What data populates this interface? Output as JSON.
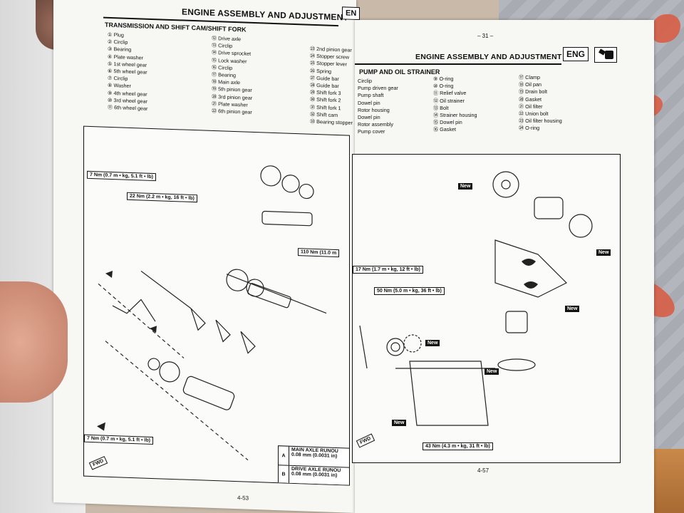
{
  "left_page": {
    "header": "ENGINE ASSEMBLY AND ADJUSTMENT",
    "header_icon_letter": "EN",
    "subtitle": "TRANSMISSION AND SHIFT CAM/SHIFT FORK",
    "col1": [
      "① Plug",
      "② Circlip",
      "③ Bearing",
      "④ Plate washer",
      "⑤ 1st wheel gear",
      "⑥ 5th wheel gear",
      "⑦ Circlip",
      "⑧ Washer",
      "⑨ 4th wheel gear",
      "⑩ 3rd wheel gear",
      "⑪ 6th wheel gear"
    ],
    "col2": [
      "⑫ Drive axle",
      "⑬ Circlip",
      "⑭ Drive sprocket",
      "⑮ Lock washer",
      "⑯ Circlip",
      "⑰ Bearing",
      "⑱ Main axle",
      "⑲ 5th pinion gear",
      "⑳ 3rd pinion gear",
      "㉑ Plate washer",
      "㉒ 6th pinion gear"
    ],
    "col3": [
      "㉓ 2nd pinion gear",
      "㉔ Stopper screw",
      "㉕ Stopper lever",
      "㉖ Spring",
      "㉗ Guide bar",
      "㉘ Guide bar",
      "㉙ Shift fork 3",
      "㉚ Shift fork 2",
      "㉛ Shift fork 1",
      "㉜ Shift cam",
      "㉝ Bearing stopper"
    ],
    "torques": {
      "t1": "7 Nm (0.7 m • kg, 5.1 ft • lb)",
      "t2": "22 Nm (2.2 m • kg, 16 ft • lb)",
      "t3": "110 Nm (11.0 m",
      "t4": "7 Nm (0.7 m • kg, 5.1 ft • lb)"
    },
    "note_a_label": "A",
    "note_a_text": "MAIN AXLE RUNOU",
    "note_a_value": "0.08 mm (0.0031 in)",
    "note_b_label": "B",
    "note_b_text": "DRIVE AXLE RUNOU",
    "note_b_value": "0.08 mm (0.0031 in)",
    "page_number": "4-53",
    "fwd": "FWD"
  },
  "right_page": {
    "top_number": "– 31 –",
    "header": "ENGINE ASSEMBLY AND ADJUSTMENT",
    "eng_label": "ENG",
    "subtitle": "PUMP AND OIL STRAINER",
    "col1": [
      "Circlip",
      "Pump driven gear",
      "Pump shaft",
      "Dowel pin",
      "Rotor housing",
      "Dowel pin",
      "Rotor assembly",
      "Pump cover"
    ],
    "col2": [
      "⑨ O-ring",
      "⑩ O-ring",
      "⑪ Relief valve",
      "⑫ Oil strainer",
      "⑬ Bolt",
      "⑭ Strainer housing",
      "⑮ Dowel pin",
      "⑯ Gasket"
    ],
    "col3": [
      "⑰ Clamp",
      "⑱ Oil pan",
      "⑲ Drain bolt",
      "⑳ Gasket",
      "㉑ Oil filter",
      "㉒ Union bolt",
      "㉓ Oil filter housing",
      "㉔ O-ring"
    ],
    "torques": {
      "t1": "17 Nm (1.7 m • kg, 12 ft • lb)",
      "t2": "50 Nm (5.0 m • kg, 36 ft • lb)",
      "t3": "43 Nm (4.3 m • kg, 31 ft • lb)"
    },
    "new_label": "New",
    "page_number": "4-57",
    "fwd": "FWD"
  }
}
